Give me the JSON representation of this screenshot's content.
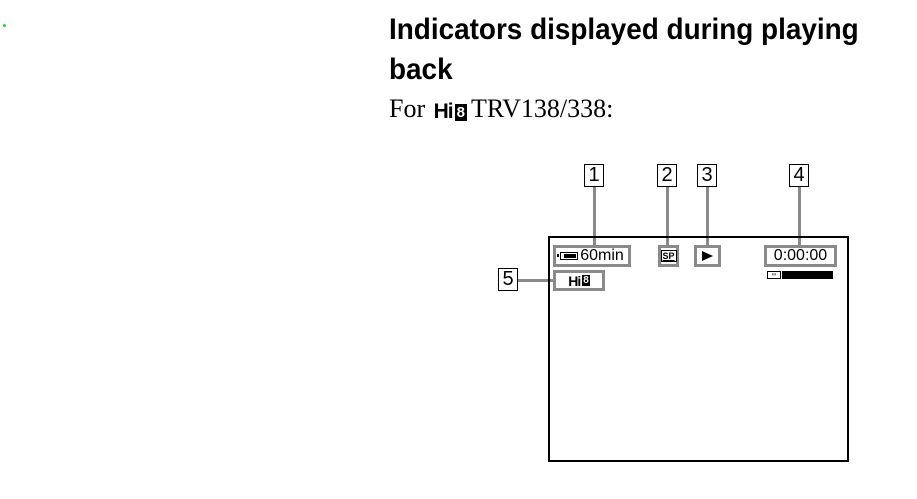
{
  "heading": "Indicators displayed during playing back",
  "subheading": {
    "prefix": "For",
    "logo_text": "Hi",
    "logo_number": "8",
    "suffix": "TRV138/338:"
  },
  "diagram": {
    "labels": [
      "1",
      "2",
      "3",
      "4",
      "5"
    ],
    "battery_remaining": "60min",
    "tape_speed": "SP",
    "time_counter": "0:00:00",
    "format_logo_text": "Hi",
    "format_logo_number": "8"
  }
}
